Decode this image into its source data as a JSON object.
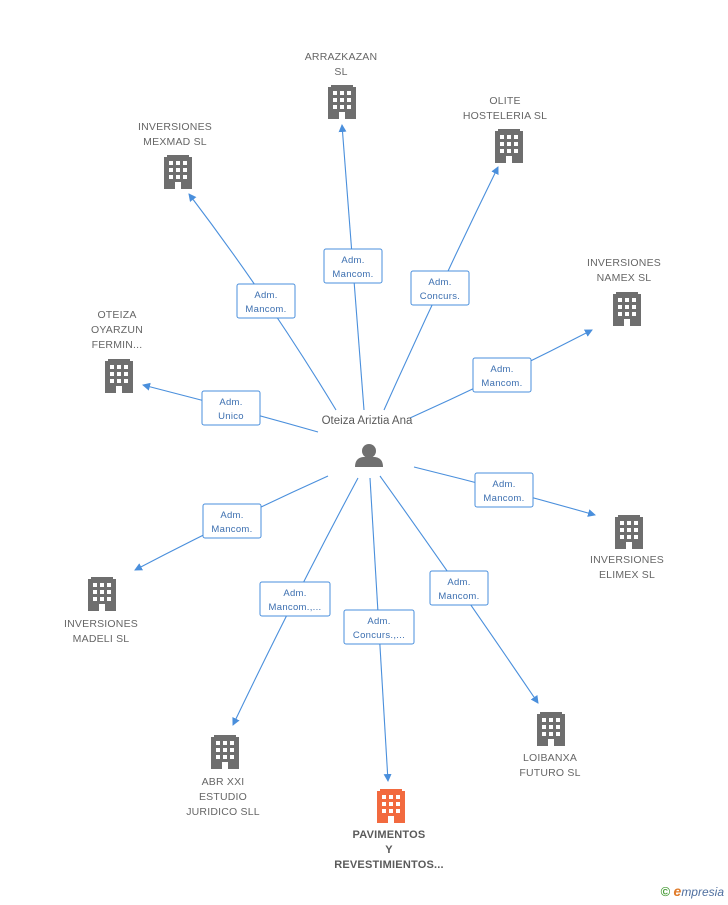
{
  "center": {
    "label": "Oteiza Ariztia Ana",
    "icon": "person-icon"
  },
  "colors": {
    "edge": "#4a8fdc",
    "building": "#6e6e6e",
    "highlight": "#f26a3f",
    "edge_text": "#3c6fb0"
  },
  "nodes": [
    {
      "id": "arrazkazan",
      "lines": [
        "ARRAZKAZAN",
        "SL"
      ],
      "icon": "building-icon",
      "highlight": false
    },
    {
      "id": "olite",
      "lines": [
        "OLITE",
        "HOSTELERIA  SL"
      ],
      "icon": "building-icon",
      "highlight": false
    },
    {
      "id": "mexmad",
      "lines": [
        "INVERSIONES",
        "MEXMAD  SL"
      ],
      "icon": "building-icon",
      "highlight": false
    },
    {
      "id": "namex",
      "lines": [
        "INVERSIONES",
        "NAMEX  SL"
      ],
      "icon": "building-icon",
      "highlight": false
    },
    {
      "id": "oteiza",
      "lines": [
        "OTEIZA",
        "OYARZUN",
        "FERMIN..."
      ],
      "icon": "building-icon",
      "highlight": false
    },
    {
      "id": "elimex",
      "lines": [
        "INVERSIONES",
        "ELIMEX  SL"
      ],
      "icon": "building-icon",
      "highlight": false
    },
    {
      "id": "madeli",
      "lines": [
        "INVERSIONES",
        "MADELI  SL"
      ],
      "icon": "building-icon",
      "highlight": false
    },
    {
      "id": "loibanxa",
      "lines": [
        "LOIBANXA",
        "FUTURO  SL"
      ],
      "icon": "building-icon",
      "highlight": false
    },
    {
      "id": "abr",
      "lines": [
        "ABR XXI",
        "ESTUDIO",
        "JURIDICO SLL"
      ],
      "icon": "building-icon",
      "highlight": false
    },
    {
      "id": "pavimentos",
      "lines": [
        "PAVIMENTOS",
        "Y",
        "REVESTIMIENTOS..."
      ],
      "icon": "building-icon",
      "highlight": true
    }
  ],
  "edges": [
    {
      "target": "arrazkazan",
      "lines": [
        "Adm.",
        "Mancom."
      ]
    },
    {
      "target": "olite",
      "lines": [
        "Adm.",
        "Concurs."
      ]
    },
    {
      "target": "mexmad",
      "lines": [
        "Adm.",
        "Mancom."
      ]
    },
    {
      "target": "namex",
      "lines": [
        "Adm.",
        "Mancom."
      ]
    },
    {
      "target": "oteiza",
      "lines": [
        "Adm.",
        "Unico"
      ]
    },
    {
      "target": "elimex",
      "lines": [
        "Adm.",
        "Mancom."
      ]
    },
    {
      "target": "madeli",
      "lines": [
        "Adm.",
        "Mancom."
      ]
    },
    {
      "target": "loibanxa",
      "lines": [
        "Adm.",
        "Mancom."
      ]
    },
    {
      "target": "abr",
      "lines": [
        "Adm.",
        "Mancom.,..."
      ]
    },
    {
      "target": "pavimentos",
      "lines": [
        "Adm.",
        "Concurs.,..."
      ]
    }
  ],
  "footer": {
    "copyright": "©",
    "brand_initial": "e",
    "brand_rest": "mpresia"
  }
}
